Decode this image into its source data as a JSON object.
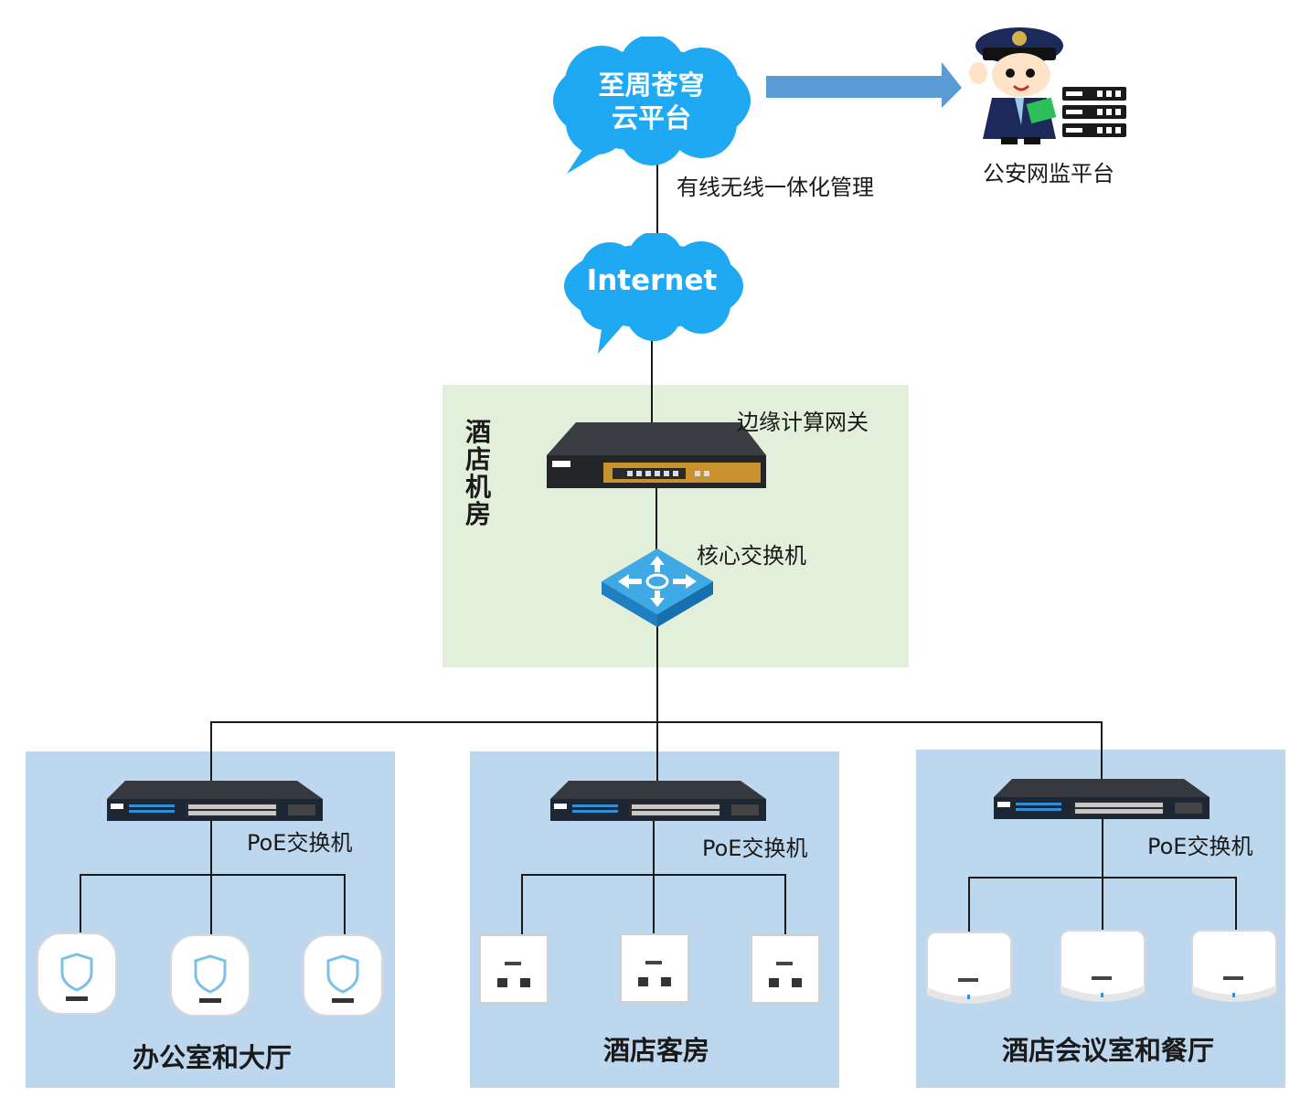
{
  "cloud_platform": {
    "line1": "至周苍穹",
    "line2": "云平台"
  },
  "management_label": "有线无线一体化管理",
  "internet_label": "Internet",
  "police_platform_label": "公安网监平台",
  "server_room": {
    "title": "酒店机房",
    "gateway_label": "边缘计算网关",
    "core_switch_label": "核心交换机"
  },
  "areas": [
    {
      "title": "办公室和大厅",
      "switch_label": "PoE交换机"
    },
    {
      "title": "酒店客房",
      "switch_label": "PoE交换机"
    },
    {
      "title": "酒店会议室和餐厅",
      "switch_label": "PoE交换机"
    }
  ],
  "colors": {
    "cloud": "#1fa9f2",
    "arrow": "#5b9bd5",
    "server_room_bg": "#e2efda",
    "area_bg": "#bdd7ee",
    "switch_blue": "#1e90d6"
  }
}
